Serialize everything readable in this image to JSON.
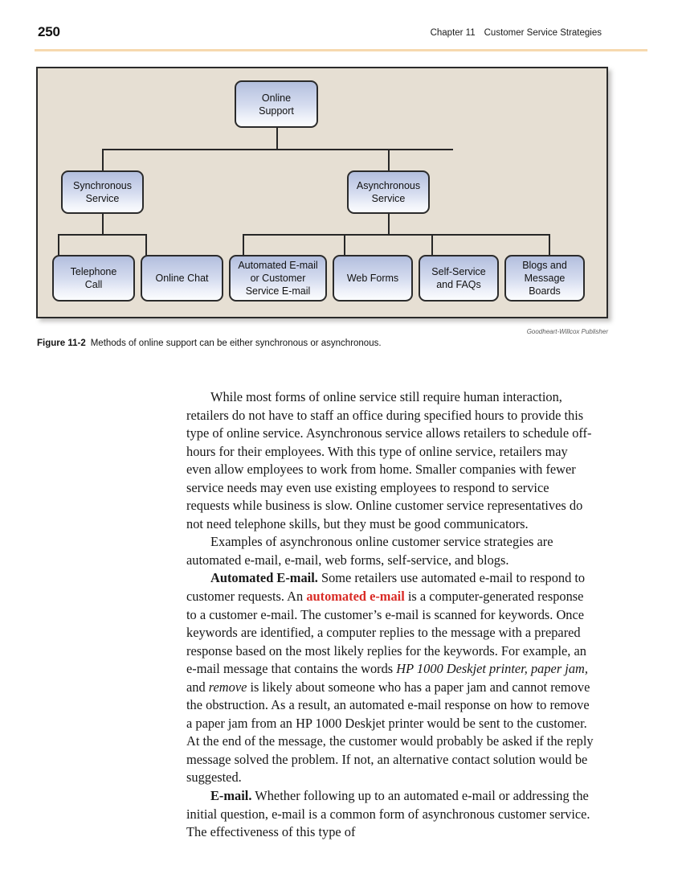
{
  "header": {
    "page_number": "250",
    "chapter_label": "Chapter 11",
    "chapter_title": "Customer Service Strategies",
    "rule_color": "#f7d9ae"
  },
  "figure": {
    "credit": "Goodheart-Willcox Publisher",
    "caption_label": "Figure 11-2",
    "caption_text": "Methods of online support can be either synchronous or asynchronous.",
    "panel_background": "#e6dfd3",
    "node_fill_top": "#b2bedd",
    "node_fill_bottom": "#fbfcfe",
    "node_border": "#2b2b2b",
    "nodes": {
      "root": "Online\nSupport",
      "level2": [
        "Synchronous\nService",
        "Asynchronous\nService"
      ],
      "level3": [
        "Telephone\nCall",
        "Online Chat",
        "Automated E-mail\nor Customer\nService E-mail",
        "Web Forms",
        "Self-Service\nand FAQs",
        "Blogs and\nMessage\nBoards"
      ]
    }
  },
  "body": {
    "p1": "While most forms of online service still require human interaction, retailers do not have to staff an office during specified hours to provide this type of online service. Asynchronous service allows retailers to schedule off-hours for their employees. With this type of online service, retailers may even allow employees to work from home. Smaller companies with fewer service needs may even use existing employees to respond to service requests while business is slow. Online customer service representatives do not need telephone skills, but they must be good communicators.",
    "p2": "Examples of asynchronous online customer service strategies are automated e-mail, e-mail, web forms, self-service, and blogs.",
    "p3": {
      "run_in": "Automated E-mail.",
      "part_a": " Some retailers use automated e-mail to respond to customer requests. An ",
      "key_term": "automated e-mail",
      "part_b": " is a computer-generated response to a customer e-mail. The customer’s e-mail is scanned for keywords. Once keywords are identified, a computer replies to the message with a prepared response based on the most likely replies for the keywords. For example, an e-mail message that contains the words ",
      "italic_1": "HP 1000 Deskjet printer, paper jam,",
      "part_c": " and ",
      "italic_2": "remove",
      "part_d": " is likely about someone who has a paper jam and cannot remove the obstruction. As a result, an automated e-mail response on how to remove a paper jam from an HP 1000 Deskjet printer would be sent to the customer. At the end of the message, the customer would probably be asked if the reply message solved the problem. If not, an alternative contact solution would be suggested."
    },
    "p4": {
      "run_in": "E-mail.",
      "text": " Whether following up to an automated e-mail or addressing the initial question, e-mail is a common form of asynchronous customer service. The effectiveness of this type of"
    },
    "key_term_color": "#d92b26"
  }
}
